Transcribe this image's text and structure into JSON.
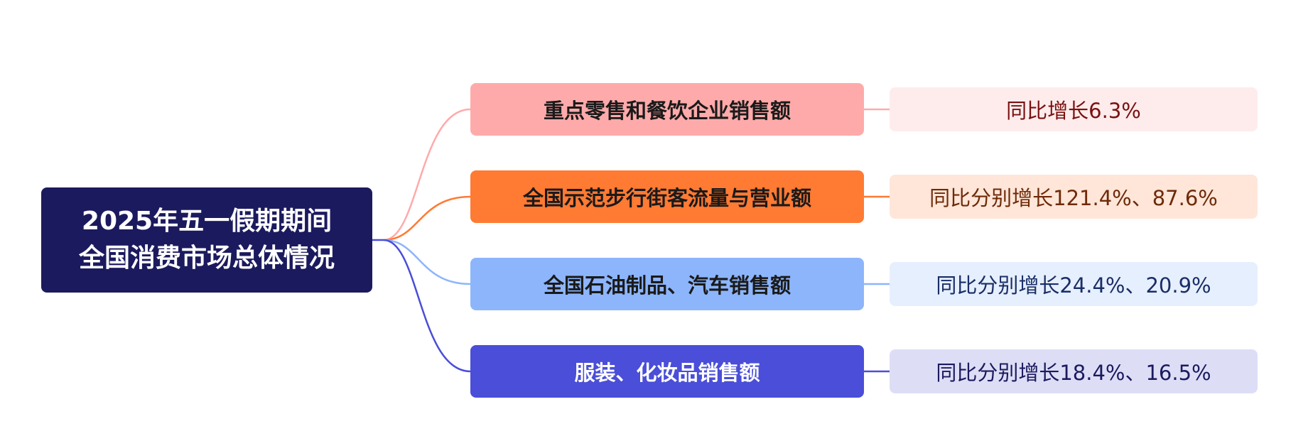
{
  "root": {
    "line1": "2025年五一假期期间",
    "line2": "全国消费市场总体情况",
    "bg": "#1c1a5e",
    "color": "#ffffff"
  },
  "branches": [
    {
      "label": "重点零售和餐饮企业销售额",
      "value": "同比增长6.3%",
      "node_bg": "#ffaaaa",
      "node_color": "#1a1a1a",
      "leaf_bg": "#feecec",
      "leaf_color": "#7a1010",
      "line_color": "#ffaaaa"
    },
    {
      "label": "全国示范步行街客流量与营业额",
      "value": "同比分别增长121.4%、87.6%",
      "node_bg": "#ff7a33",
      "node_color": "#1a1a1a",
      "leaf_bg": "#ffe6d9",
      "leaf_color": "#6e2a08",
      "line_color": "#ff7a33"
    },
    {
      "label": "全国石油制品、汽车销售额",
      "value": "同比分别增长24.4%、20.9%",
      "node_bg": "#8db5fb",
      "node_color": "#1a1a1a",
      "leaf_bg": "#e6effd",
      "leaf_color": "#1a2e66",
      "line_color": "#8db5fb"
    },
    {
      "label": "服装、化妆品销售额",
      "value": "同比分别增长18.4%、16.5%",
      "node_bg": "#4a4ed8",
      "node_color": "#ffffff",
      "leaf_bg": "#dddef6",
      "leaf_color": "#1c1a5e",
      "line_color": "#4a4ed8"
    }
  ]
}
